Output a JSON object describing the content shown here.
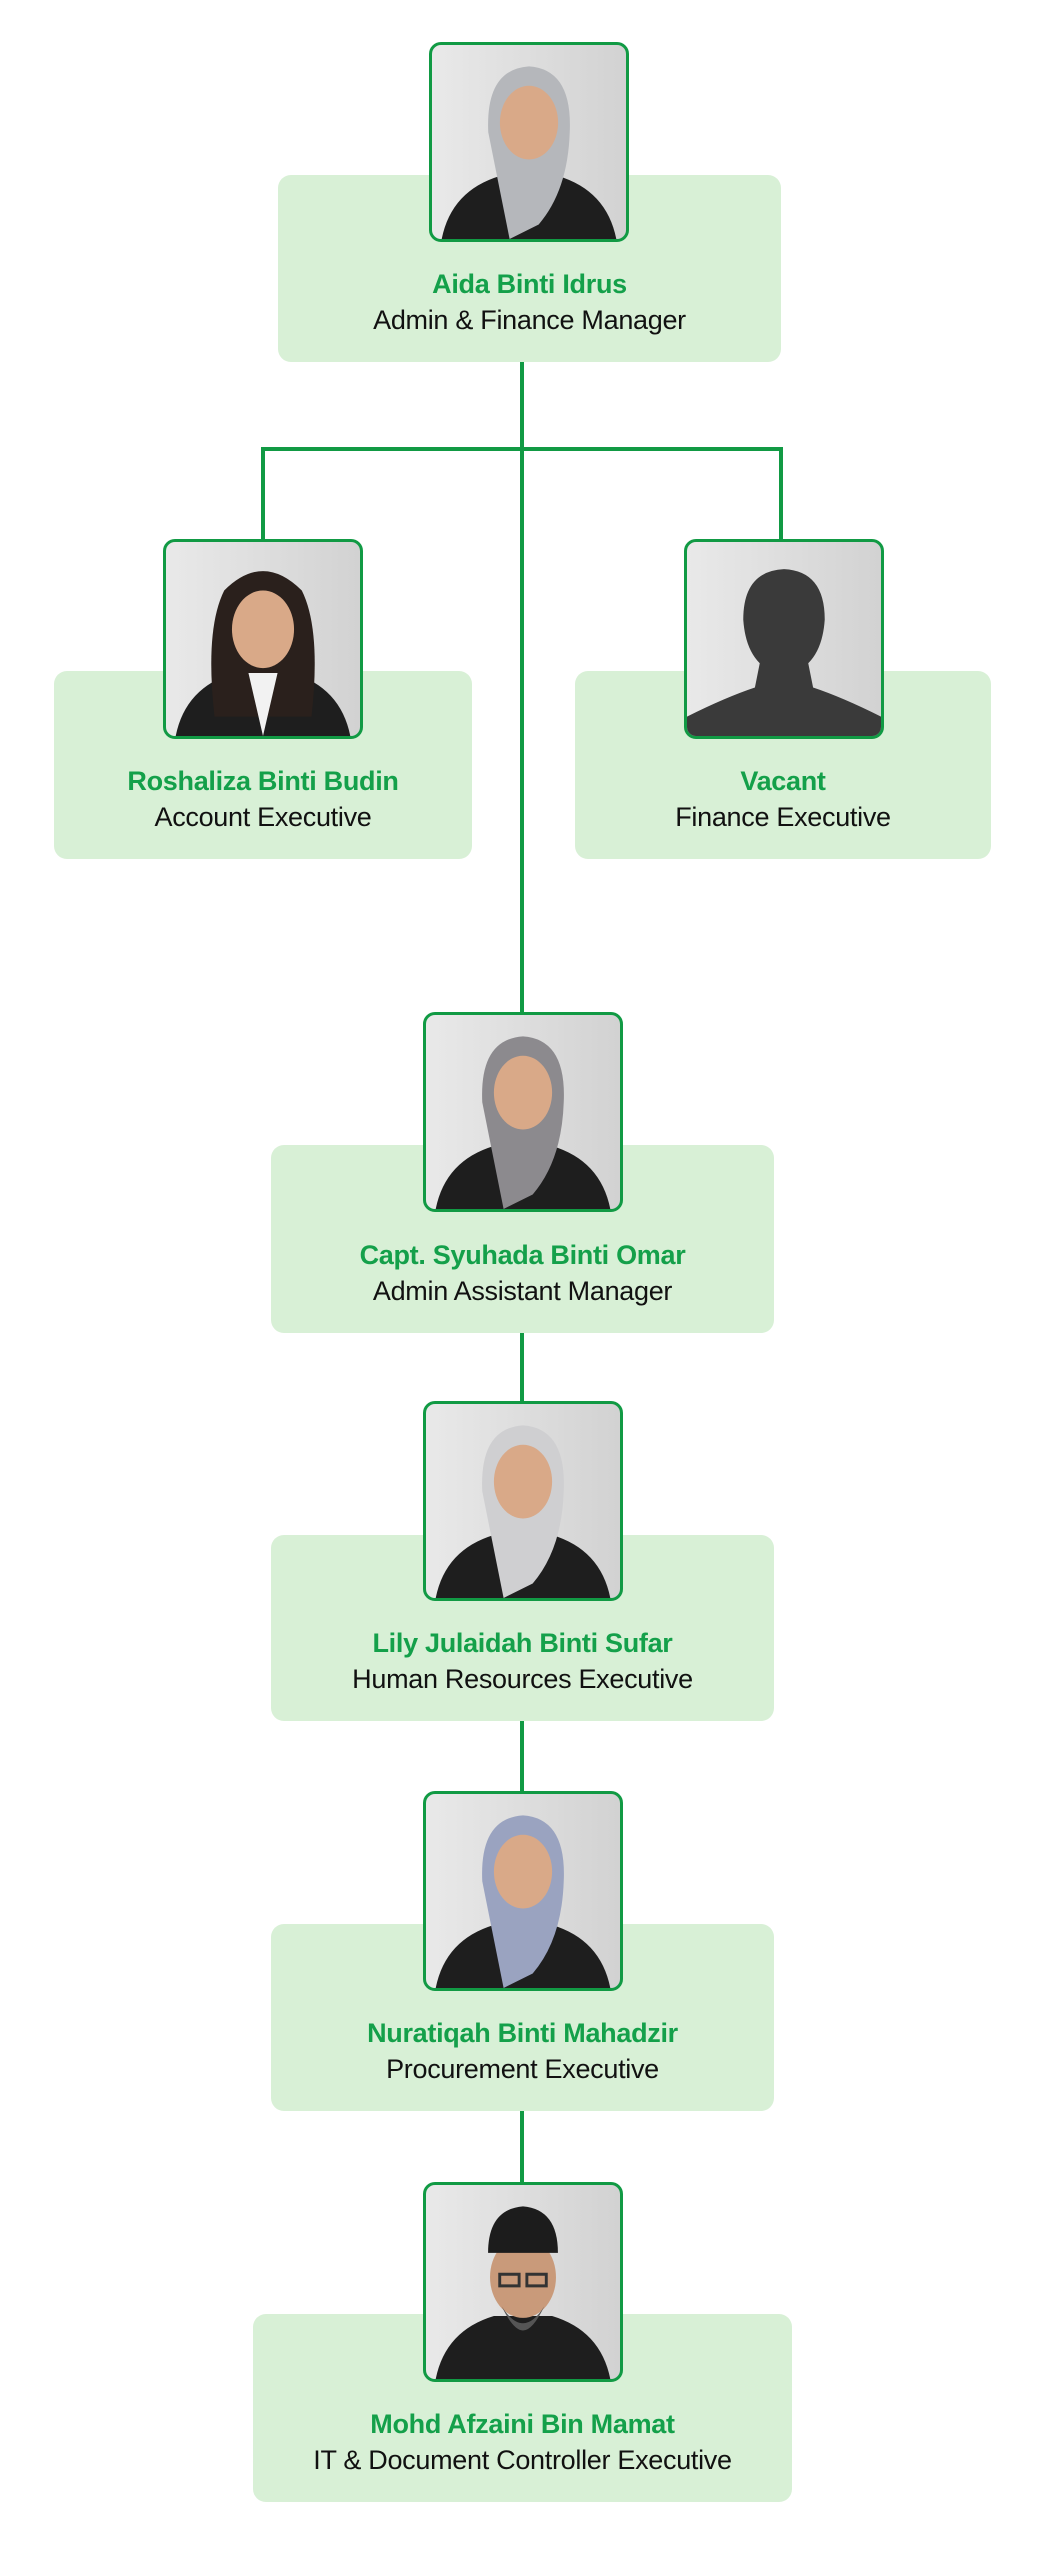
{
  "colors": {
    "accent": "#119a44",
    "card_bg": "#d8f0d6",
    "name": "#14a04a"
  },
  "members": [
    {
      "name": "Aida Binti Idrus",
      "title": "Admin & Finance Manager",
      "photo": "portrait-hijab",
      "veil": "#b5b7bb"
    },
    {
      "name": "Roshaliza Binti Budin",
      "title": "Account Executive",
      "photo": "portrait-long-hair",
      "veil": "#2a201c"
    },
    {
      "name": "Vacant",
      "title": "Finance Executive",
      "photo": "silhouette-placeholder",
      "veil": "#3a3a3a"
    },
    {
      "name": "Capt. Syuhada Binti Omar",
      "title": "Admin Assistant Manager",
      "photo": "portrait-hijab",
      "veil": "#8c8a8e"
    },
    {
      "name": "Lily Julaidah Binti Sufar",
      "title": "Human Resources Executive",
      "photo": "portrait-hijab",
      "veil": "#cfcfd1"
    },
    {
      "name": "Nuratiqah Binti Mahadzir",
      "title": "Procurement Executive",
      "photo": "portrait-hijab",
      "veil": "#9aa3c0"
    },
    {
      "name": "Mohd Afzaini Bin Mamat",
      "title": "IT & Document Controller Executive",
      "photo": "portrait-songkok",
      "veil": "#1c1c1c"
    }
  ]
}
